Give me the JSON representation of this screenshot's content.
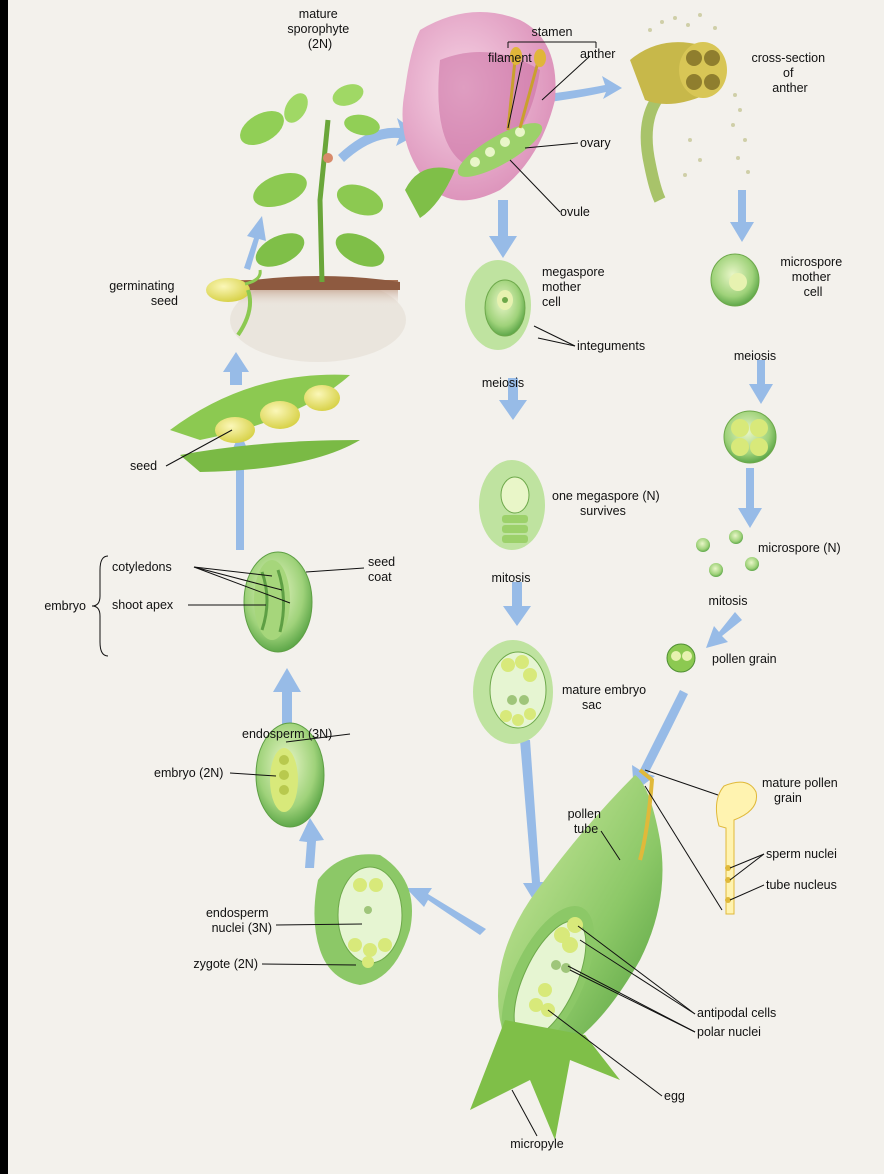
{
  "diagram": {
    "labels": {
      "mature_sporophyte": [
        "mature",
        "sporophyte",
        "(2N)"
      ],
      "stamen": "stamen",
      "filament": "filament",
      "anther": "anther",
      "cross_section_of_anther": [
        "cross-section",
        "of",
        "anther"
      ],
      "ovary": "ovary",
      "ovule": "ovule",
      "germinating_seed": [
        "germinating",
        "seed"
      ],
      "megaspore_mother_cell": [
        "megaspore",
        "mother",
        "cell"
      ],
      "integuments": "integuments",
      "microspore_mother_cell": [
        "microspore",
        "mother",
        "cell"
      ],
      "meiosis_left": "meiosis",
      "meiosis_right": "meiosis",
      "seed": "seed",
      "one_megaspore_survives": [
        "one megaspore (N)",
        "survives"
      ],
      "microspore": "microspore (N)",
      "cotyledons": "cotyledons",
      "seed_coat": [
        "seed",
        "coat"
      ],
      "embryo": "embryo",
      "shoot_apex": "shoot apex",
      "mitosis_left": "mitosis",
      "mitosis_right": "mitosis",
      "pollen_grain": "pollen grain",
      "mature_embryo_sac": [
        "mature embryo",
        "sac"
      ],
      "endosperm_3n": "endosperm (3N)",
      "embryo_2n": "embryo (2N)",
      "mature_pollen_grain": [
        "mature pollen",
        "grain"
      ],
      "pollen_tube": [
        "pollen",
        "tube"
      ],
      "sperm_nuclei": "sperm nuclei",
      "tube_nucleus": "tube nucleus",
      "endosperm_nuclei": [
        "endosperm",
        "nuclei (3N)"
      ],
      "zygote": "zygote (2N)",
      "antipodal_cells": "antipodal cells",
      "polar_nuclei": "polar nuclei",
      "egg": "egg",
      "micropyle": "micropyle"
    }
  }
}
